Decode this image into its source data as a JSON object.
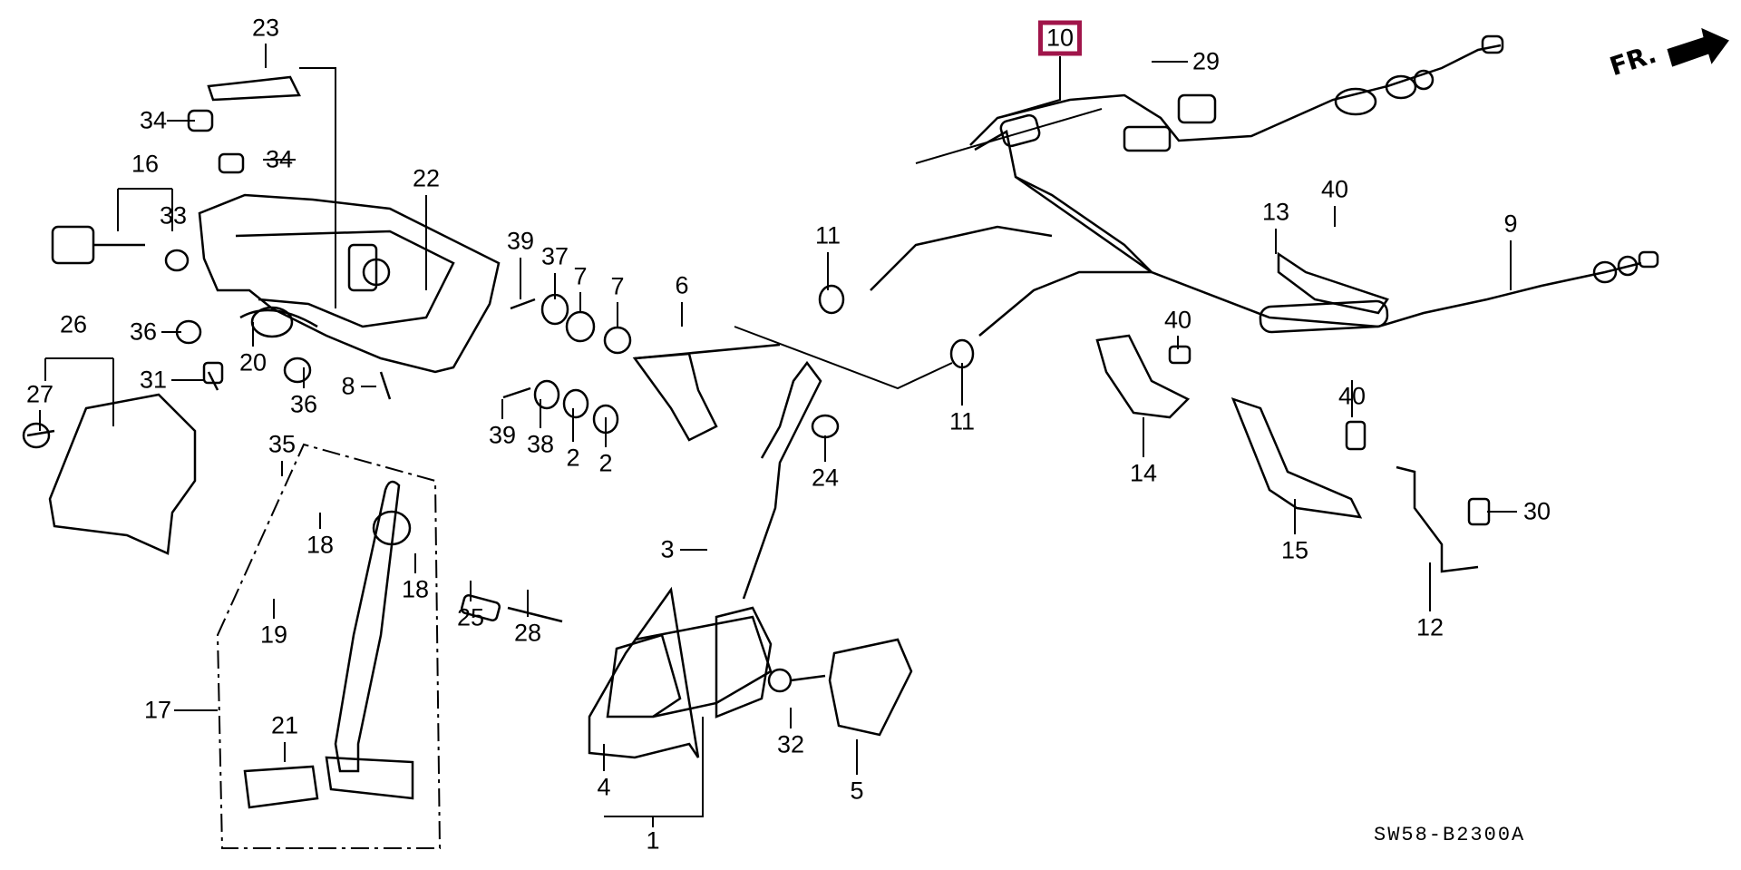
{
  "diagram": {
    "code": "SW58-B2300A",
    "front_indicator": "FR.",
    "highlight_color": "#a0154a",
    "highlighted_part": "10",
    "callouts": [
      {
        "id": "23",
        "text": "23"
      },
      {
        "id": "34a",
        "text": "34"
      },
      {
        "id": "34b",
        "text": "34"
      },
      {
        "id": "16",
        "text": "16"
      },
      {
        "id": "33",
        "text": "33"
      },
      {
        "id": "22",
        "text": "22"
      },
      {
        "id": "39a",
        "text": "39"
      },
      {
        "id": "37",
        "text": "37"
      },
      {
        "id": "7a",
        "text": "7"
      },
      {
        "id": "7b",
        "text": "7"
      },
      {
        "id": "6",
        "text": "6"
      },
      {
        "id": "11a",
        "text": "11"
      },
      {
        "id": "10",
        "text": "10"
      },
      {
        "id": "29",
        "text": "29"
      },
      {
        "id": "13",
        "text": "13"
      },
      {
        "id": "40a",
        "text": "40"
      },
      {
        "id": "9",
        "text": "9"
      },
      {
        "id": "40b",
        "text": "40"
      },
      {
        "id": "11b",
        "text": "11"
      },
      {
        "id": "36a",
        "text": "36"
      },
      {
        "id": "20",
        "text": "20"
      },
      {
        "id": "31",
        "text": "31"
      },
      {
        "id": "36b",
        "text": "36"
      },
      {
        "id": "8",
        "text": "8"
      },
      {
        "id": "26",
        "text": "26"
      },
      {
        "id": "27",
        "text": "27"
      },
      {
        "id": "39b",
        "text": "39"
      },
      {
        "id": "38",
        "text": "38"
      },
      {
        "id": "2a",
        "text": "2"
      },
      {
        "id": "2b",
        "text": "2"
      },
      {
        "id": "24",
        "text": "24"
      },
      {
        "id": "14",
        "text": "14"
      },
      {
        "id": "40c",
        "text": "40"
      },
      {
        "id": "30",
        "text": "30"
      },
      {
        "id": "15",
        "text": "15"
      },
      {
        "id": "12",
        "text": "12"
      },
      {
        "id": "35",
        "text": "35"
      },
      {
        "id": "18a",
        "text": "18"
      },
      {
        "id": "18b",
        "text": "18"
      },
      {
        "id": "19",
        "text": "19"
      },
      {
        "id": "3",
        "text": "3"
      },
      {
        "id": "25",
        "text": "25"
      },
      {
        "id": "28",
        "text": "28"
      },
      {
        "id": "17",
        "text": "17"
      },
      {
        "id": "21",
        "text": "21"
      },
      {
        "id": "32",
        "text": "32"
      },
      {
        "id": "4",
        "text": "4"
      },
      {
        "id": "5",
        "text": "5"
      },
      {
        "id": "1",
        "text": "1"
      }
    ]
  }
}
